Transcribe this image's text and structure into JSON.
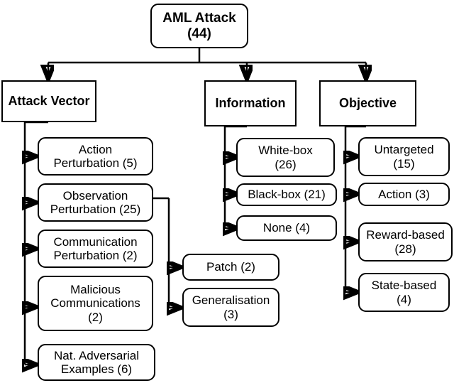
{
  "diagram": {
    "type": "taxonomy-tree",
    "title_node": {
      "label": "AML Attack\n(44)",
      "name": "root-aml-attack",
      "count": 44
    },
    "level1": [
      {
        "name": "attack-vector",
        "label": "Attack Vector"
      },
      {
        "name": "information",
        "label": "Information"
      },
      {
        "name": "objective",
        "label": "Objective"
      }
    ],
    "attack_vector_children": [
      {
        "name": "action-perturbation",
        "label": "Action\nPerturbation (5)",
        "count": 5
      },
      {
        "name": "observation-perturbation",
        "label": "Observation\nPerturbation (25)",
        "count": 25
      },
      {
        "name": "communication-perturbation",
        "label": "Communication\nPerturbation (2)",
        "count": 2
      },
      {
        "name": "malicious-communications",
        "label": "Malicious\nCommunications\n(2)",
        "count": 2
      },
      {
        "name": "nat-adversarial-examples",
        "label": "Nat. Adversarial\nExamples (6)",
        "count": 6
      }
    ],
    "observation_perturbation_children": [
      {
        "name": "patch",
        "label": "Patch (2)",
        "count": 2
      },
      {
        "name": "generalisation",
        "label": "Generalisation\n(3)",
        "count": 3
      }
    ],
    "information_children": [
      {
        "name": "white-box",
        "label": "White-box\n(26)",
        "count": 26
      },
      {
        "name": "black-box",
        "label": "Black-box (21)",
        "count": 21
      },
      {
        "name": "none",
        "label": "None (4)",
        "count": 4
      }
    ],
    "objective_children": [
      {
        "name": "untargeted",
        "label": "Untargeted\n(15)",
        "count": 15
      },
      {
        "name": "action",
        "label": "Action (3)",
        "count": 3
      },
      {
        "name": "reward-based",
        "label": "Reward-based\n(28)",
        "count": 28
      },
      {
        "name": "state-based",
        "label": "State-based\n(4)",
        "count": 4
      }
    ],
    "colors": {
      "stroke": "#000000",
      "fill": "#ffffff",
      "text": "#000000"
    }
  }
}
